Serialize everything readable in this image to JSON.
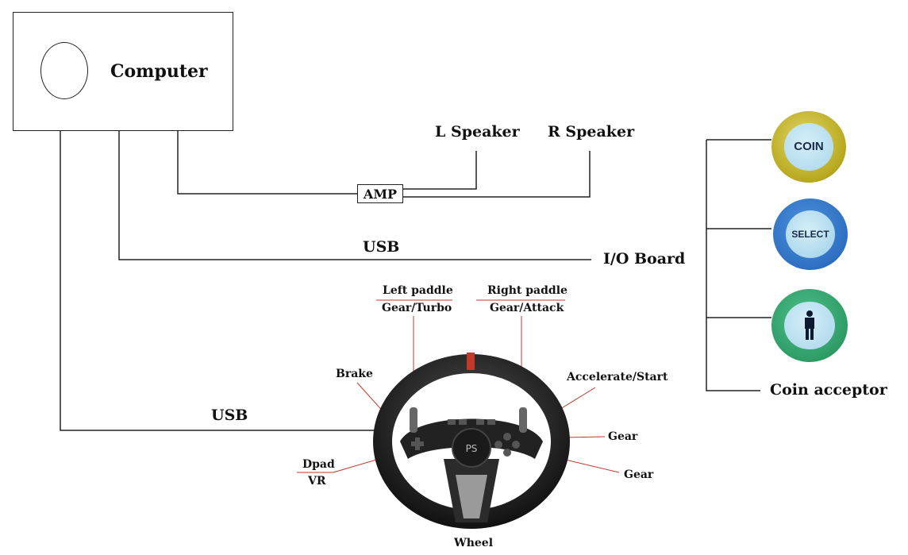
{
  "computer": {
    "label": "Computer"
  },
  "amp": {
    "label": "AMP"
  },
  "speakers": {
    "left": "L Speaker",
    "right": "R Speaker"
  },
  "io_board": {
    "label": "I/O  Board",
    "usb_label": "USB"
  },
  "wheel_usb": {
    "label": "USB"
  },
  "coin_panel": {
    "coin_label": "COIN",
    "select_label": "SELECT",
    "acceptor_label": "Coin acceptor",
    "colors": {
      "coin_ring": "#c8b93a",
      "select_ring": "#2e6fc1",
      "player_ring": "#2f9c66",
      "cap": "#a9d6ea"
    }
  },
  "wheel": {
    "label": "Wheel",
    "left_paddle": {
      "top": "Left paddle",
      "bottom": "Gear/Turbo"
    },
    "right_paddle": {
      "top": "Right paddle",
      "bottom": "Gear/Attack"
    },
    "brake": "Brake",
    "accelerate": "Accelerate/Start",
    "gear_upper": "Gear",
    "gear_lower": "Gear",
    "dpad": {
      "top": "Dpad",
      "bottom": "VR"
    },
    "callout_color": "#c0392b"
  }
}
